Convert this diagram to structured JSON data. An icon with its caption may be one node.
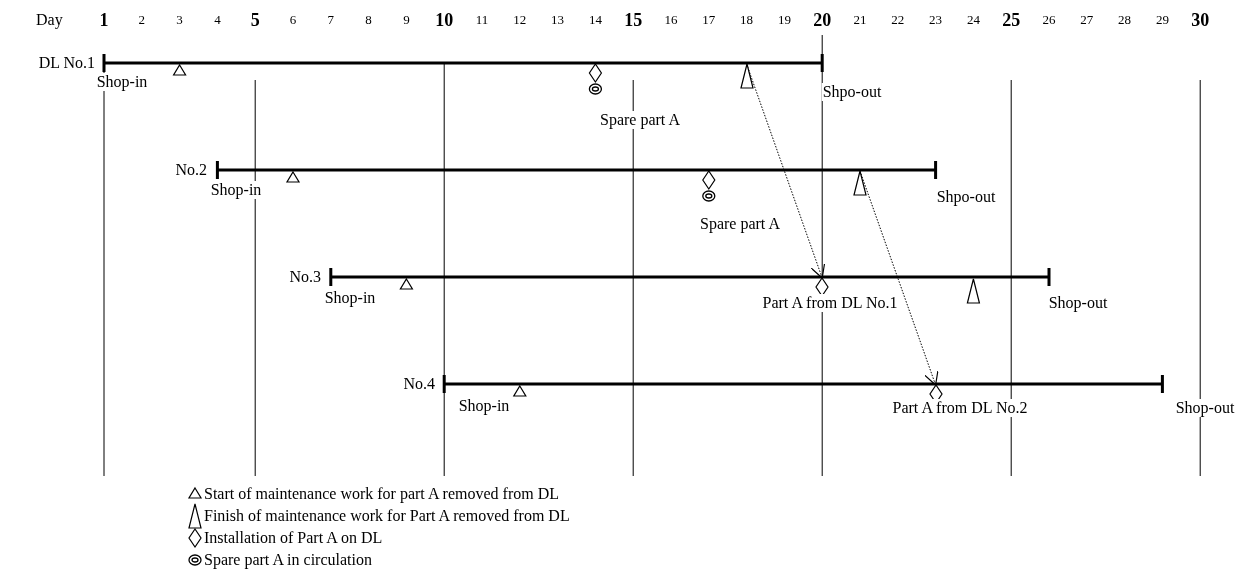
{
  "diagram": {
    "nodes": [
      {
        "text": [],
        "shape": "triangle"
      },
      {
        "text": [],
        "shape": "triangle"
      },
      {
        "text": [],
        "shape": "diamond",
        "beside": [
          "Part A from DL No.1"
        ]
      },
      {
        "text": [],
        "shape": "diamond",
        "beside": [
          "Part A from DL No.2"
        ]
      }
    ],
    "edges": [
      {
        "from": 0,
        "to": 2,
        "arrow": "to",
        "style": "dashed"
      },
      {
        "from": 1,
        "to": 3,
        "arrow": "to",
        "style": "dashed"
      }
    ],
    "labels": [
      "Day",
      "1",
      "2",
      "3",
      "4",
      "5",
      "6",
      "7",
      "8",
      "9",
      "10",
      "11",
      "12",
      "13",
      "14",
      "15",
      "16",
      "17",
      "18",
      "19",
      "20",
      "21",
      "22",
      "23",
      "24",
      "25",
      "26",
      "27",
      "28",
      "29",
      "30",
      "DL No.1",
      "Shop-in",
      "Shpo-out",
      "Spare part A",
      "No.2",
      "Shop-in",
      "Shpo-out",
      "Spare part A",
      "No.3",
      "Shop-in",
      "Shop-out",
      "No.4",
      "Shop-in",
      "Shop-out"
    ],
    "legend": [
      {
        "text": "Start of maintenance work for part A removed from DL"
      },
      {
        "text": "Finish of maintenance work for Part A removed from DL"
      },
      {
        "text": "Installation of Part A on DL"
      },
      {
        "text": "Spare part A in circulation"
      }
    ]
  }
}
